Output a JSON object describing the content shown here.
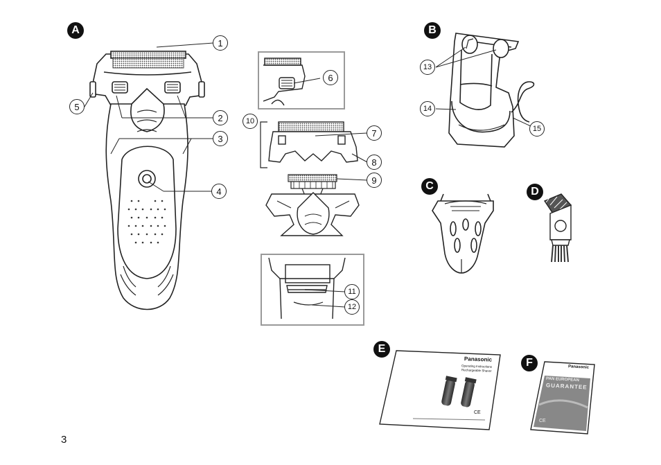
{
  "sections": {
    "A": "A",
    "B": "B",
    "C": "C",
    "D": "D",
    "E": "E",
    "F": "F"
  },
  "callouts": {
    "c1": "1",
    "c2": "2",
    "c3": "3",
    "c4": "4",
    "c5": "5",
    "c6": "6",
    "c7": "7",
    "c8": "8",
    "c9": "9",
    "c10": "10",
    "c11": "11",
    "c12": "12",
    "c13": "13",
    "c14": "14",
    "c15": "15"
  },
  "manual_cover": {
    "brand": "Panasonic",
    "title_line1": "Operating Instructions",
    "title_line2": "Rechargeable Shaver",
    "ce_mark": "CE"
  },
  "guarantee_cover": {
    "brand": "Panasonic",
    "title_line1": "PAN EUROPEAN",
    "title_line2": "GUARANTEE",
    "ce_mark": "CE"
  },
  "page_number": "3"
}
